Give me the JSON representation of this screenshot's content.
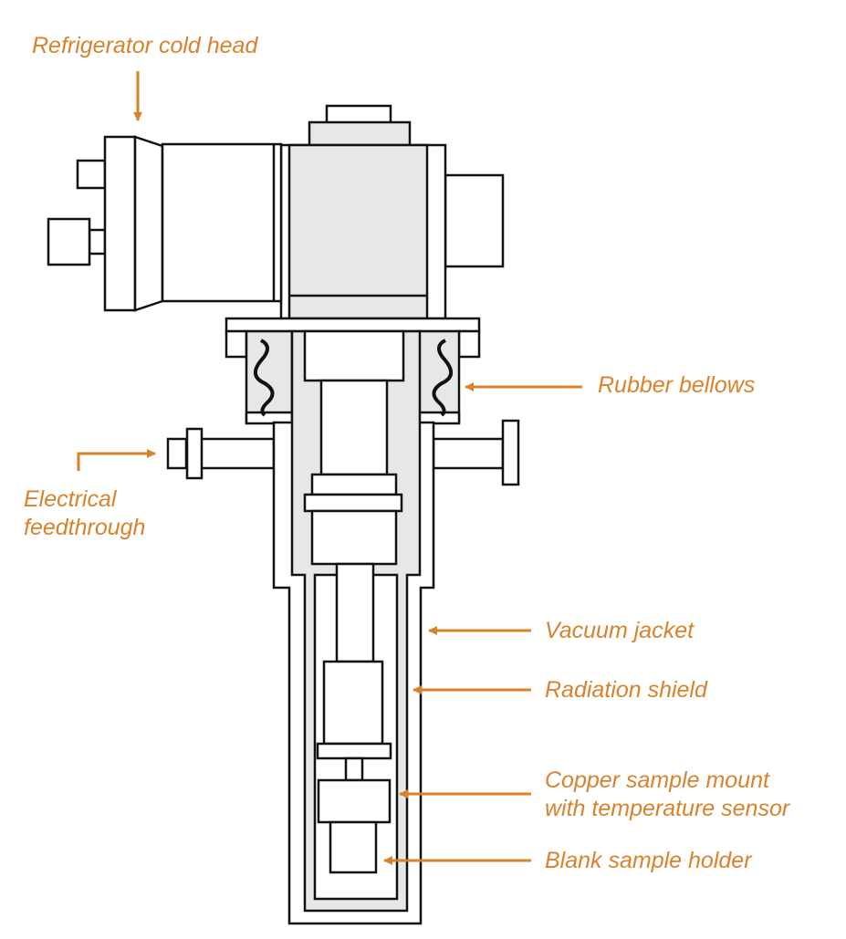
{
  "diagram": {
    "accent_color": "#d9822b",
    "fill_color": "#e6e7e8",
    "line_color": "#111111",
    "labels": {
      "cold_head": "Refrigerator cold head",
      "bellows": "Rubber bellows",
      "feedthrough_line1": "Electrical",
      "feedthrough_line2": "feedthrough",
      "vacuum_jacket": "Vacuum jacket",
      "radiation_shield": "Radiation shield",
      "copper_mount_line1": "Copper sample mount",
      "copper_mount_line2": "with temperature sensor",
      "blank_holder": "Blank sample holder"
    }
  }
}
